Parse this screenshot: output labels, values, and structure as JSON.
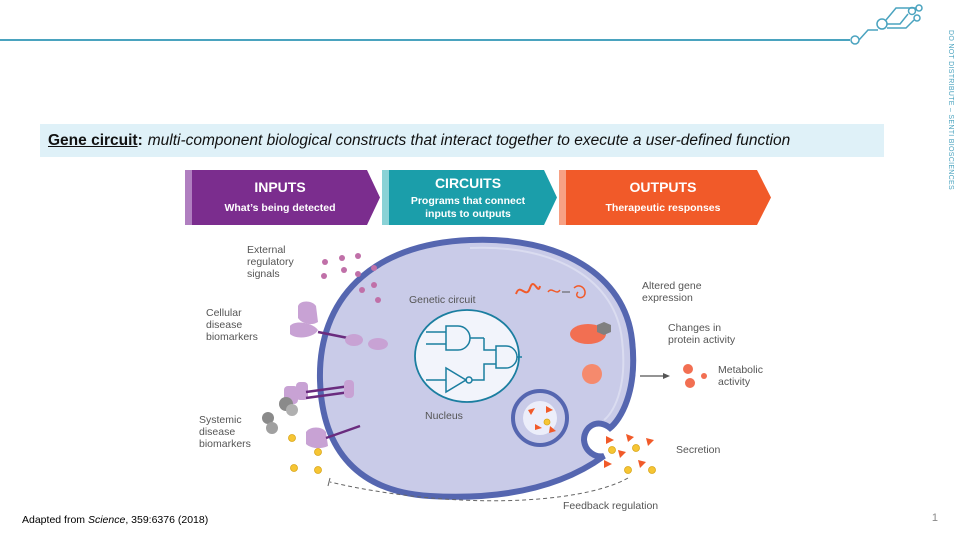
{
  "slide": {
    "side_note": "DO NOT DISTRIBUTE – SENTI BIOSCIENCES",
    "page_number": "1"
  },
  "definition": {
    "term": "Gene circuit",
    "colon": ":",
    "text": "multi-component biological constructs that interact together to execute a user-defined function"
  },
  "banners": [
    {
      "title": "INPUTS",
      "subtitle_lines": [
        "What’s being detected"
      ],
      "color": "#7b2d8e"
    },
    {
      "title": "CIRCUITS",
      "subtitle_lines": [
        "Programs that connect",
        "inputs to outputs"
      ],
      "color": "#1b9eaa"
    },
    {
      "title": "OUTPUTS",
      "subtitle_lines": [
        "Therapeutic responses"
      ],
      "color": "#f15a29"
    }
  ],
  "labels": {
    "external": [
      "External",
      "regulatory",
      "signals"
    ],
    "cellular": [
      "Cellular",
      "disease",
      "biomarkers"
    ],
    "systemic": [
      "Systemic",
      "disease",
      "biomarkers"
    ],
    "genetic_circuit": "Genetic circuit",
    "nucleus": "Nucleus",
    "altered": [
      "Altered gene",
      "expression"
    ],
    "protein": [
      "Changes in",
      "protein activity"
    ],
    "metabolic": [
      "Metabolic",
      "activity"
    ],
    "secretion": "Secretion",
    "feedback": "Feedback regulation"
  },
  "footnote": {
    "prefix": "Adapted from ",
    "source": "Science",
    "rest": ", 359:6376 (2018)"
  },
  "colors": {
    "accent": "#4aa3bf",
    "definition_bg": "#dff1f8",
    "cell_fill": "#c9cbe8",
    "cell_border": "#5566b0",
    "receptor": "#c8a2d4"
  }
}
